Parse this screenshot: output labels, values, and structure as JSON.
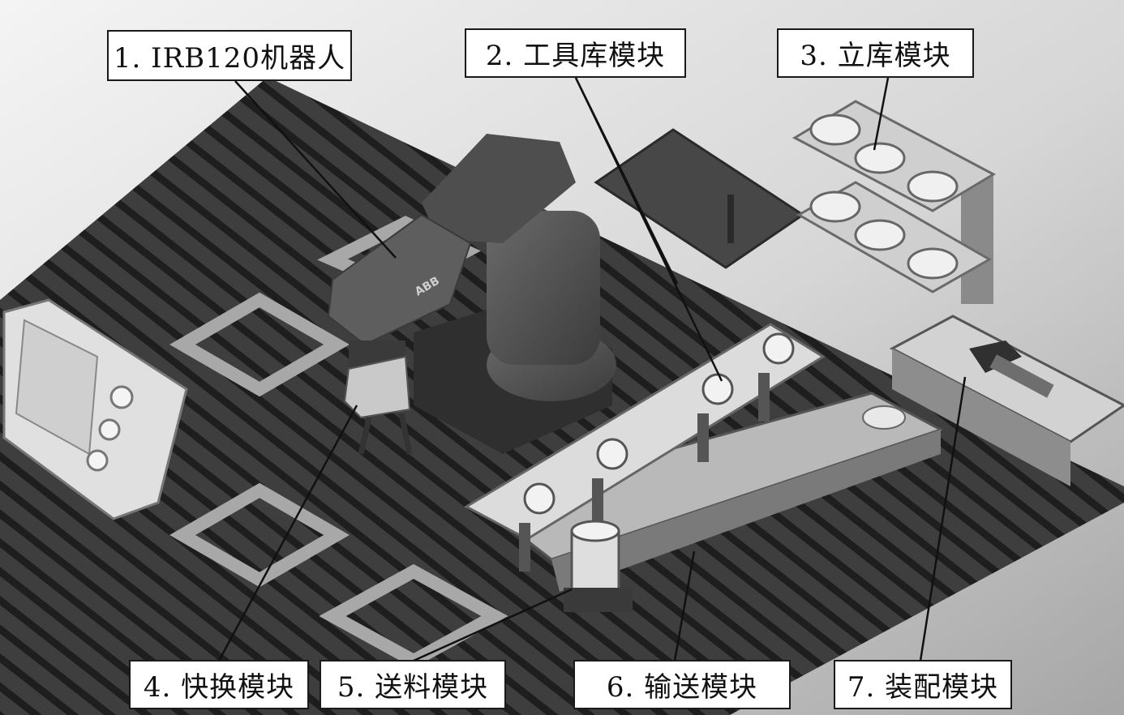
{
  "labels": {
    "robot": "1. IRB120机器人",
    "tool_library": "2. 工具库模块",
    "warehouse": "3. 立库模块",
    "quick_change": "4. 快换模块",
    "feeding": "5. 送料模块",
    "conveyor": "6. 输送模块",
    "assembly": "7. 装配模块"
  },
  "robot_brand": "ABB",
  "colors": {
    "background_top": "#f2f2f2",
    "background_bottom": "#9a9a9a",
    "table_surface": "#3e3e3e",
    "table_grooves": "#1e1e1e",
    "robot_body": "#5a5a5a",
    "metal_parts": "#c4c4c4",
    "label_border": "#1a1a1a"
  }
}
